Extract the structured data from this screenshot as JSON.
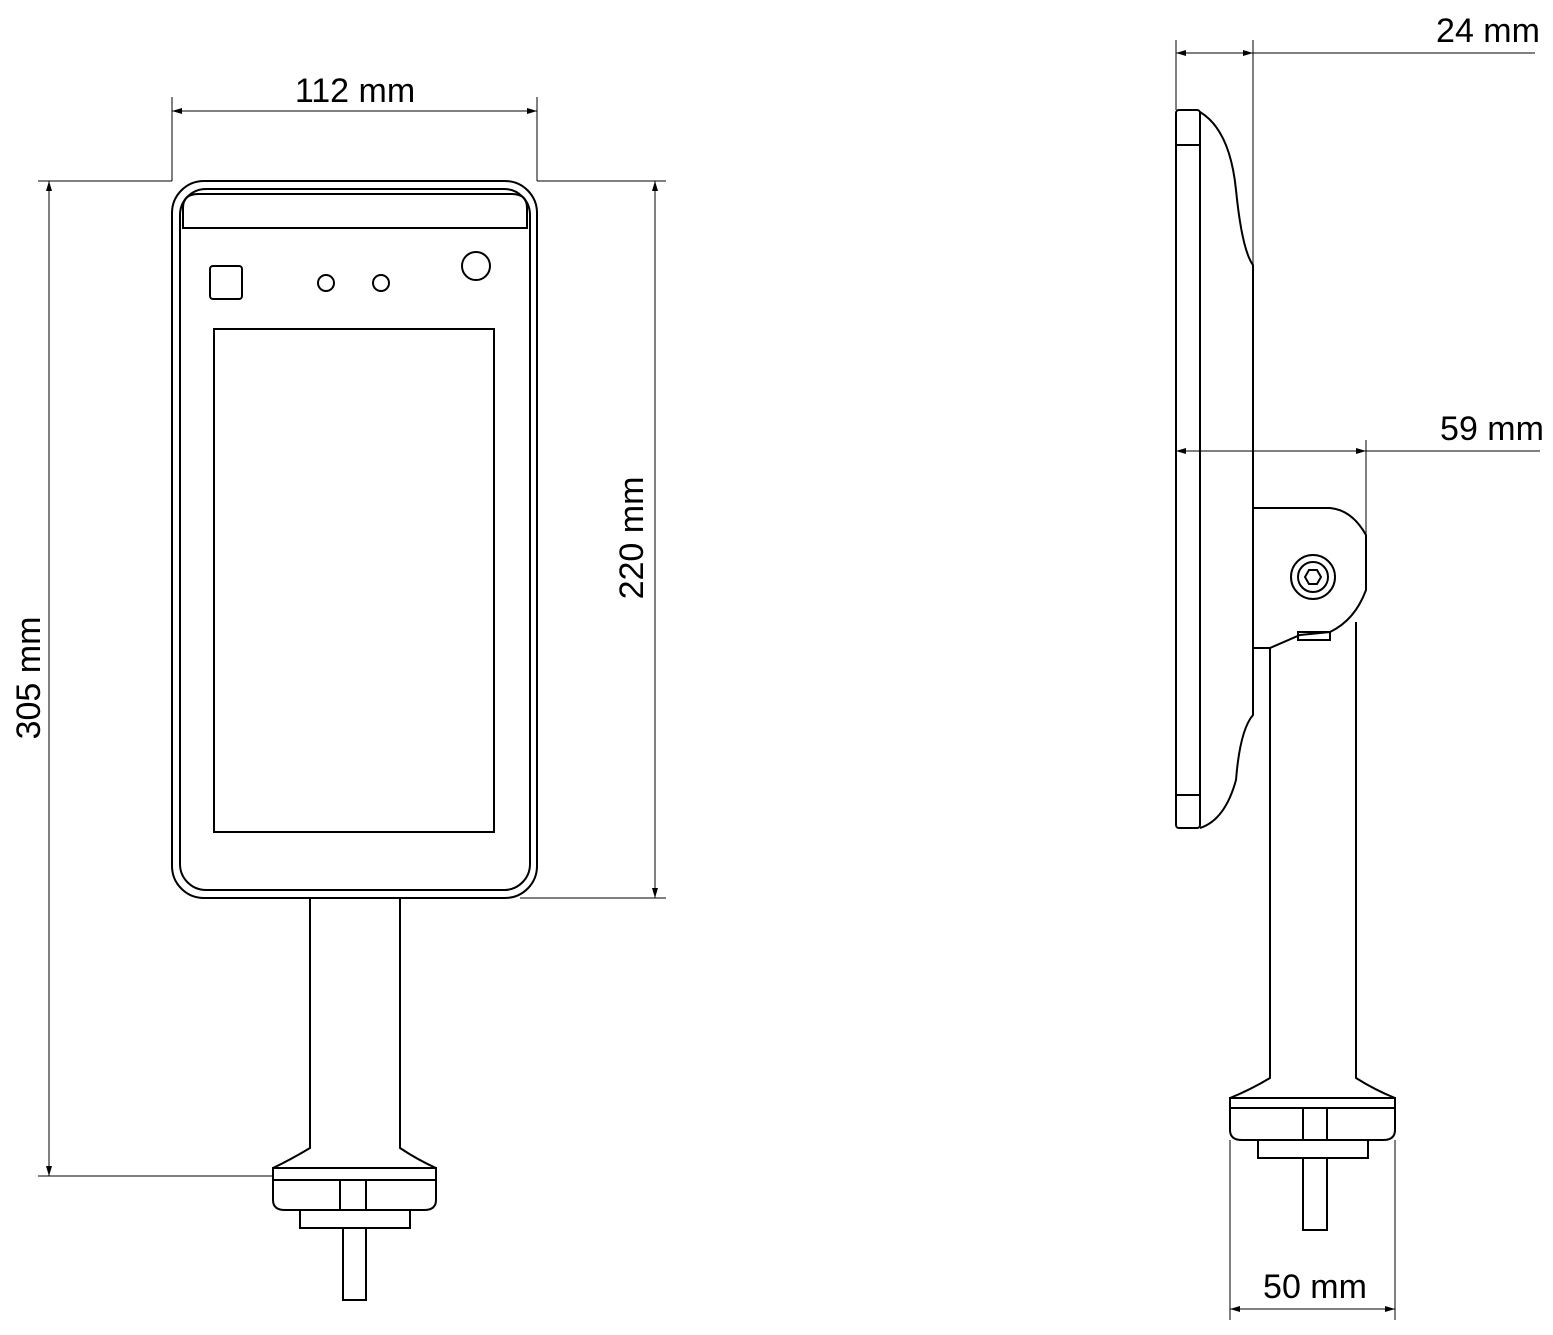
{
  "dimensions": {
    "width": "112 mm",
    "total_height": "305 mm",
    "panel_height": "220 mm",
    "panel_depth": "24 mm",
    "total_depth": "59 mm",
    "base_diameter": "50 mm"
  }
}
